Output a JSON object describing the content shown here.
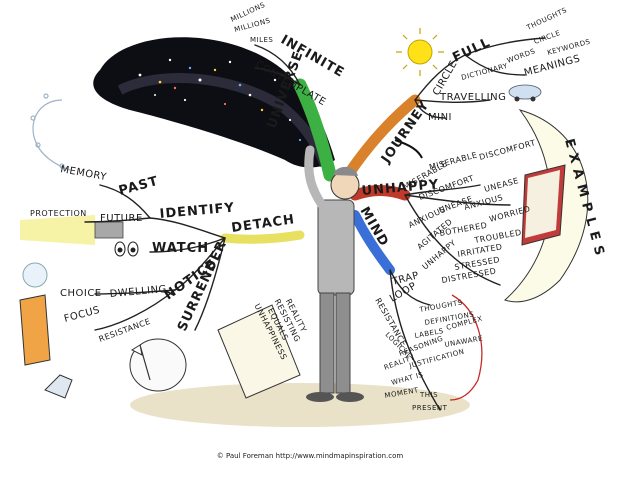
{
  "center_label": "DETACH",
  "branches": {
    "universe": {
      "label": "UNIVERSE",
      "children": [
        "CONTEMPLATE",
        "INFINITE"
      ],
      "infinite_children": [
        "MILLIONS",
        "MILLIONS",
        "MILES"
      ]
    },
    "journey": {
      "label": "JOURNEY",
      "children": [
        "CIRCLE",
        "TRAVELLING",
        "MINI"
      ],
      "circle_children": [
        "FULL",
        "DICTIONARY",
        "MEANINGS"
      ],
      "full_children": [
        "THOUGHTS",
        "CIRCLE",
        "KEYWORDS"
      ],
      "dictionary_children": [
        "WORDS"
      ]
    },
    "unhappy": {
      "label": "UNHAPPY",
      "children": [
        "MISERABLE",
        "MISERABLE",
        "DISCOMFORT",
        "DISCOMFORT",
        "UNEASE",
        "UNEASE",
        "ANXIOUS",
        "WORRIED",
        "ANXIOUS",
        "BOTHERED",
        "TROUBLED",
        "IRRITATED",
        "AGITATED",
        "STRESSED",
        "DISTRESSED",
        "UNHAPPY"
      ]
    },
    "mind": {
      "label": "MIND",
      "children": [
        "TRAP",
        "LOOP",
        "THOUGHTS",
        "DEFINITIONS",
        "LABELS",
        "COMPLEX",
        "LOGICAL",
        "REASONING",
        "UNAWARE",
        "JUSTIFICATION",
        "RESISTANCE",
        "REALITY",
        "WHAT IS",
        "MOMENT",
        "THIS",
        "PRESENT"
      ]
    },
    "identify": {
      "label": "IDENTIFY",
      "children": [
        "PAST",
        "MEMORY",
        "FUTURE",
        "PROTECTION"
      ]
    },
    "watch": {
      "label": "WATCH"
    },
    "notice": {
      "label": "NOTICE",
      "children": [
        "DWELLING",
        "CHOICE",
        "FOCUS",
        "RESISTANCE"
      ]
    },
    "surrender": {
      "label": "SURRENDER"
    }
  },
  "sign_text": [
    "UNHAPPINESS",
    "EQUALS",
    "RESISTING",
    "REALITY"
  ],
  "examples_label": "EXAMPLES",
  "credit": "© Paul Foreman http://www.mindmapinspiration.com",
  "colors": {
    "universe": "#3cb043",
    "journey": "#d9822b",
    "unhappy": "#c0392b",
    "mind": "#3a6fd8",
    "detach": "#e8e060",
    "sun": "#ffe11a",
    "cloud": "#cfe0f0"
  }
}
